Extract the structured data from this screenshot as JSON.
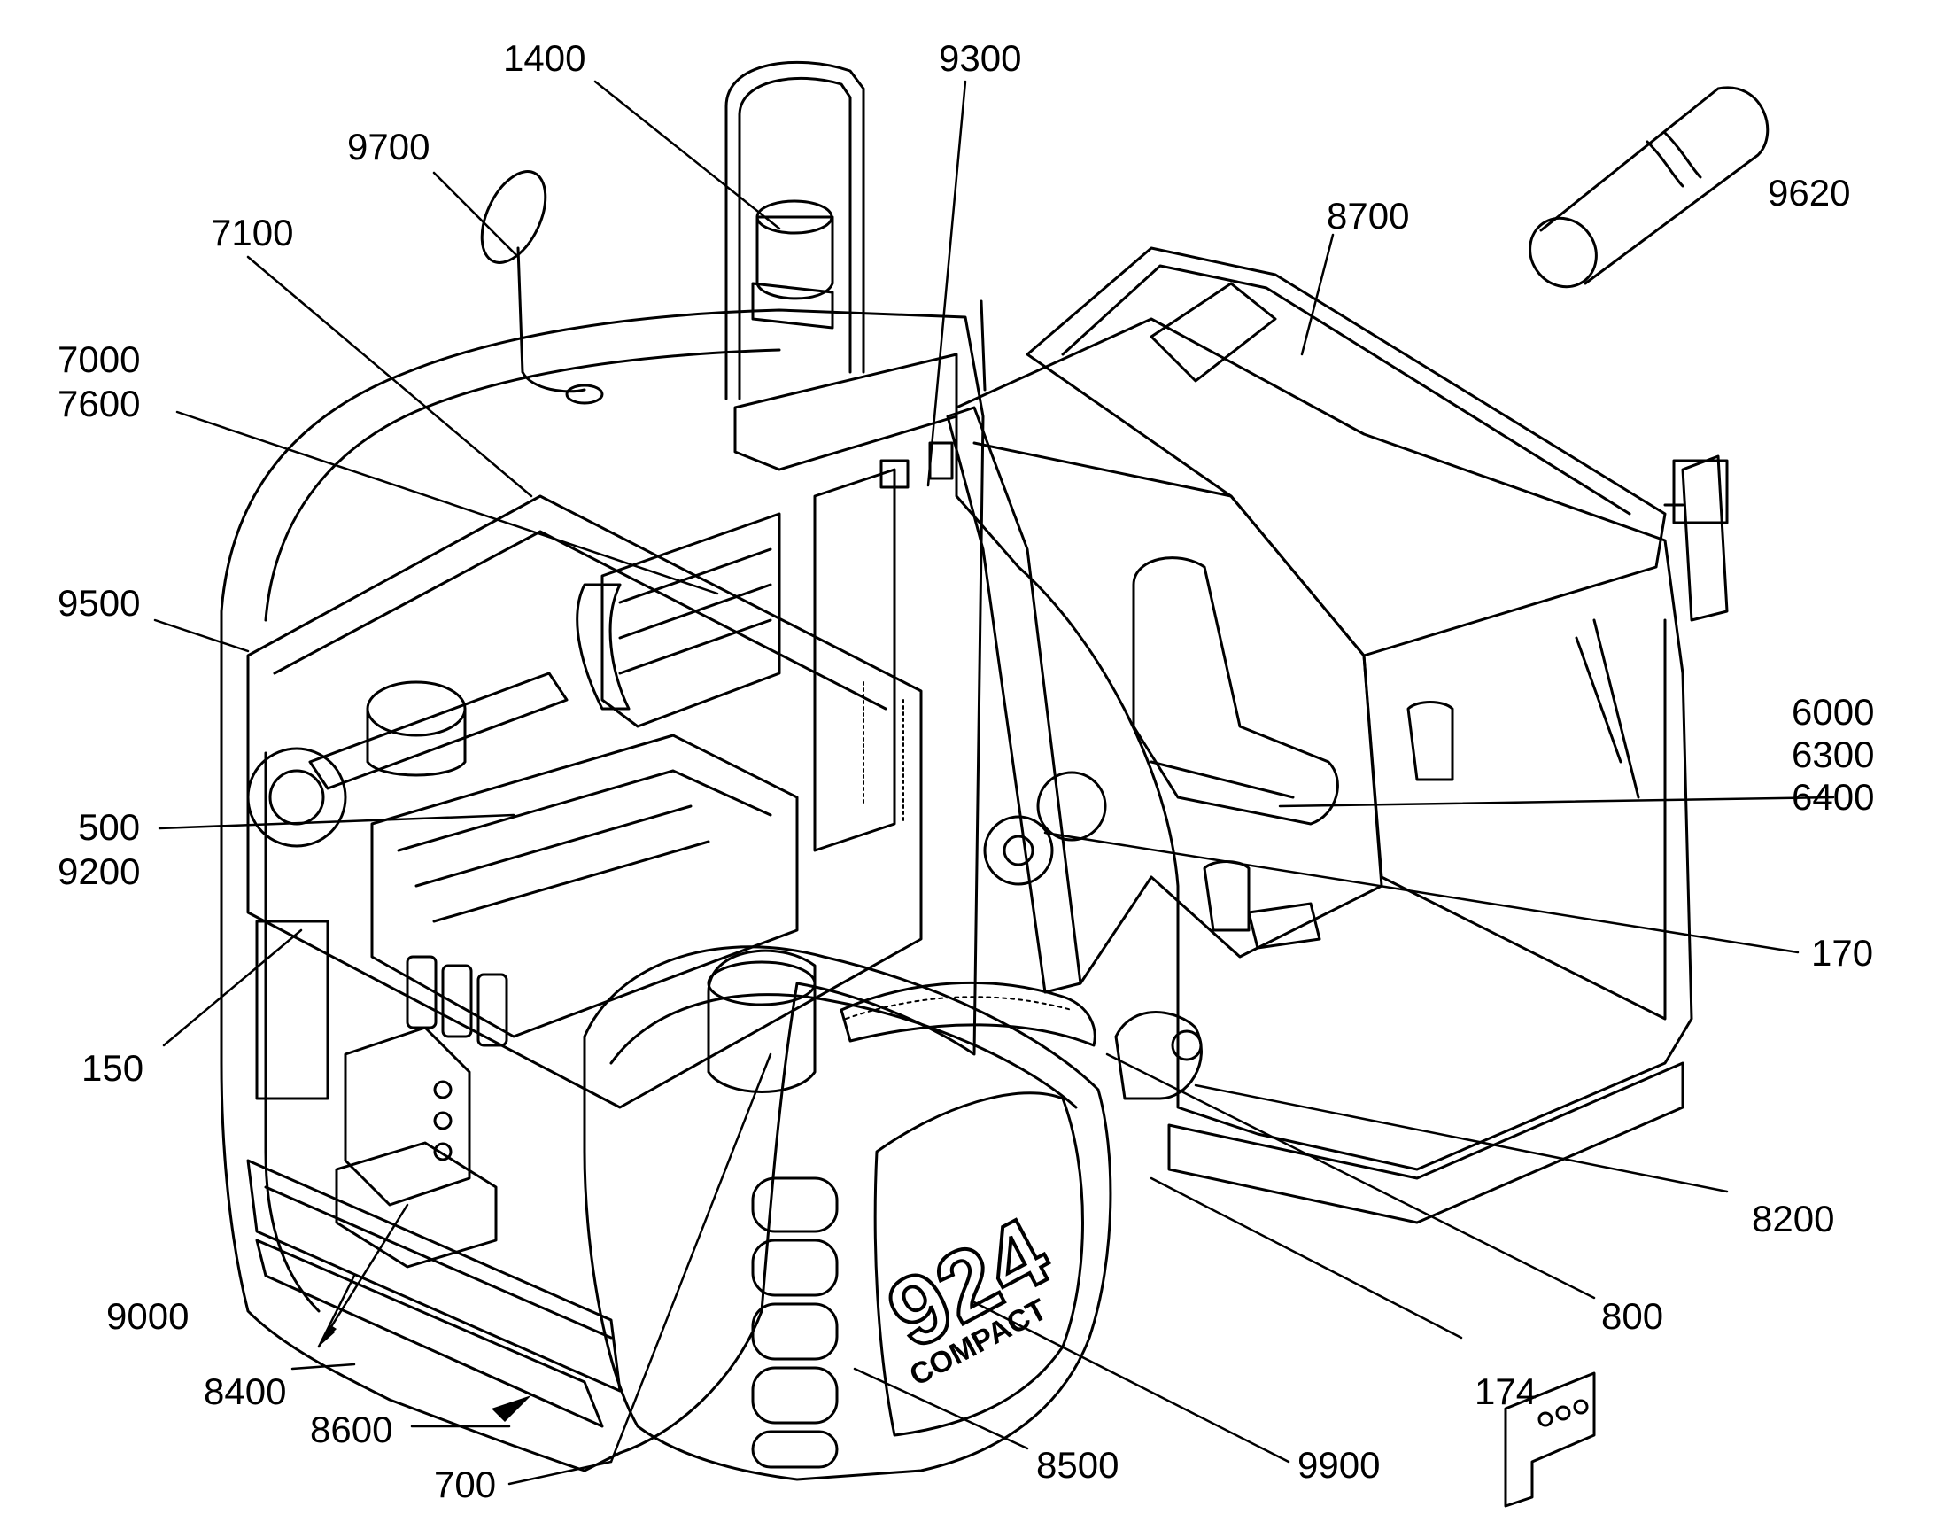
{
  "badge": {
    "model": "924",
    "sub": "COMPACT"
  },
  "labels": [
    {
      "id": "1400",
      "text": "1400"
    },
    {
      "id": "9300",
      "text": "9300"
    },
    {
      "id": "9700",
      "text": "9700"
    },
    {
      "id": "9620",
      "text": "9620"
    },
    {
      "id": "7100",
      "text": "7100"
    },
    {
      "id": "8700",
      "text": "8700"
    },
    {
      "id": "7000",
      "text": "7000"
    },
    {
      "id": "7600",
      "text": "7600"
    },
    {
      "id": "9500",
      "text": "9500"
    },
    {
      "id": "6000",
      "text": "6000"
    },
    {
      "id": "6300",
      "text": "6300"
    },
    {
      "id": "6400",
      "text": "6400"
    },
    {
      "id": "500",
      "text": "500"
    },
    {
      "id": "9200",
      "text": "9200"
    },
    {
      "id": "170",
      "text": "170"
    },
    {
      "id": "150",
      "text": "150"
    },
    {
      "id": "8200",
      "text": "8200"
    },
    {
      "id": "800",
      "text": "800"
    },
    {
      "id": "9000",
      "text": "9000"
    },
    {
      "id": "174",
      "text": "174"
    },
    {
      "id": "8400",
      "text": "8400"
    },
    {
      "id": "8600",
      "text": "8600"
    },
    {
      "id": "8500",
      "text": "8500"
    },
    {
      "id": "9900",
      "text": "9900"
    },
    {
      "id": "700",
      "text": "700"
    }
  ]
}
